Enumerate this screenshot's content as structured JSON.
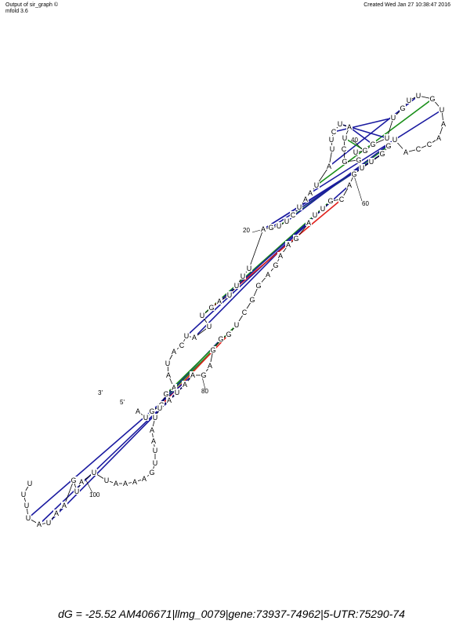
{
  "header": {
    "program": "Output of sir_graph ©",
    "version": "mfold 3.6",
    "created": "Created Wed Jan 27 10:38:47 2016"
  },
  "caption": "dG =  -25.52 AM406671|llmg_0079|gene:73937-74962|5-UTR:75290-74",
  "colors": {
    "GC": "#e0201b",
    "AU": "#1a1aa0",
    "GU": "#1a8f1a",
    "backbone": "#000000"
  },
  "structure": {
    "five_prime_label": "5'",
    "three_prime_label": "3'",
    "position_labels": [
      "20",
      "40",
      "60",
      "80",
      "100"
    ],
    "nucleotides": [
      "A",
      "U",
      "G",
      "C",
      "G",
      "A",
      "A",
      "U",
      "A",
      "C",
      "U",
      "A",
      "U",
      "U",
      "G",
      "A",
      "U",
      "U",
      "U",
      "U",
      "A",
      "G",
      "U",
      "U",
      "C",
      "U",
      "A",
      "A",
      "U",
      "A",
      "U",
      "U",
      "C",
      "U",
      "A",
      "U",
      "C",
      "G",
      "G",
      "U",
      "G",
      "G",
      "U",
      "U",
      "G",
      "U",
      "U",
      "G",
      "U",
      "A",
      "A",
      "C",
      "C",
      "A",
      "U",
      "G",
      "G",
      "U",
      "U",
      "G",
      "A",
      "C",
      "G",
      "U",
      "U",
      "A",
      "G",
      "A",
      "A",
      "G",
      "A",
      "G",
      "G",
      "C",
      "U",
      "G",
      "G",
      "G",
      "A",
      "G",
      "A",
      "A",
      "U",
      "A",
      "U",
      "U",
      "A",
      "A",
      "U",
      "U",
      "G",
      "A",
      "A",
      "A",
      "A",
      "U",
      "U",
      "A",
      "U",
      "G",
      "A",
      "A",
      "U",
      "A",
      "U",
      "U",
      "U",
      "U"
    ],
    "pairs": [
      [
        2,
        78
      ],
      [
        3,
        77
      ],
      [
        4,
        76
      ],
      [
        5,
        75
      ],
      [
        11,
        66
      ],
      [
        12,
        65
      ],
      [
        14,
        63
      ],
      [
        15,
        62
      ],
      [
        16,
        61
      ],
      [
        21,
        58
      ],
      [
        22,
        57
      ],
      [
        23,
        56
      ],
      [
        24,
        55
      ],
      [
        28,
        49
      ],
      [
        29,
        48
      ],
      [
        30,
        47
      ],
      [
        33,
        44
      ],
      [
        34,
        43
      ],
      [
        35,
        42
      ],
      [
        36,
        41
      ],
      [
        57,
        21
      ],
      [
        81,
        105
      ],
      [
        82,
        104
      ],
      [
        83,
        103
      ]
    ]
  }
}
